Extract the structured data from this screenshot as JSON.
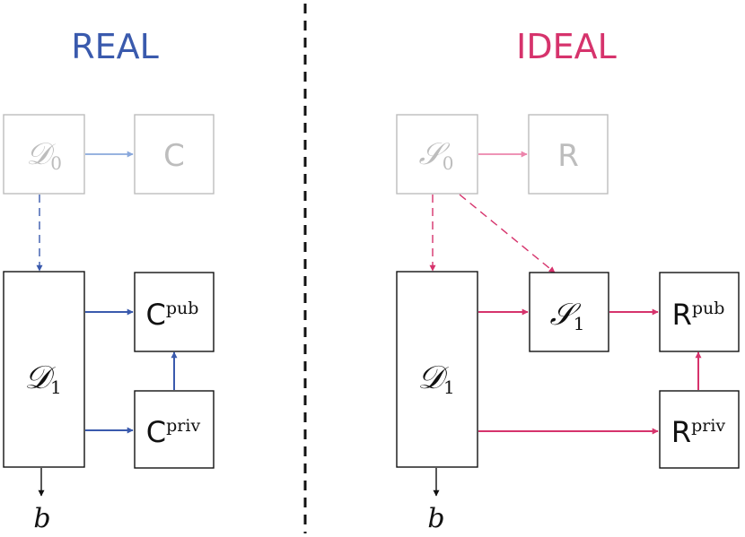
{
  "colors": {
    "real": "#3a5aad",
    "real_light": "#8aa8dc",
    "ideal": "#d6336c",
    "ideal_light": "#ec84ab",
    "faded": "#bdbdbd",
    "box": "#111111"
  },
  "real": {
    "heading": "REAL",
    "d0": {
      "main": "𝒟",
      "sub": "0"
    },
    "c": "C",
    "d1": {
      "main": "𝒟",
      "sub": "1"
    },
    "c_pub": {
      "main": "C",
      "sup": "pub"
    },
    "c_priv": {
      "main": "C",
      "sup": "priv"
    },
    "output": "b"
  },
  "ideal": {
    "heading": "IDEAL",
    "s0": {
      "main": "𝒮",
      "sub": "0"
    },
    "r": "R",
    "d1": {
      "main": "𝒟",
      "sub": "1"
    },
    "s1": {
      "main": "𝒮",
      "sub": "1"
    },
    "r_pub": {
      "main": "R",
      "sup": "pub"
    },
    "r_priv": {
      "main": "R",
      "sup": "priv"
    },
    "output": "b"
  }
}
